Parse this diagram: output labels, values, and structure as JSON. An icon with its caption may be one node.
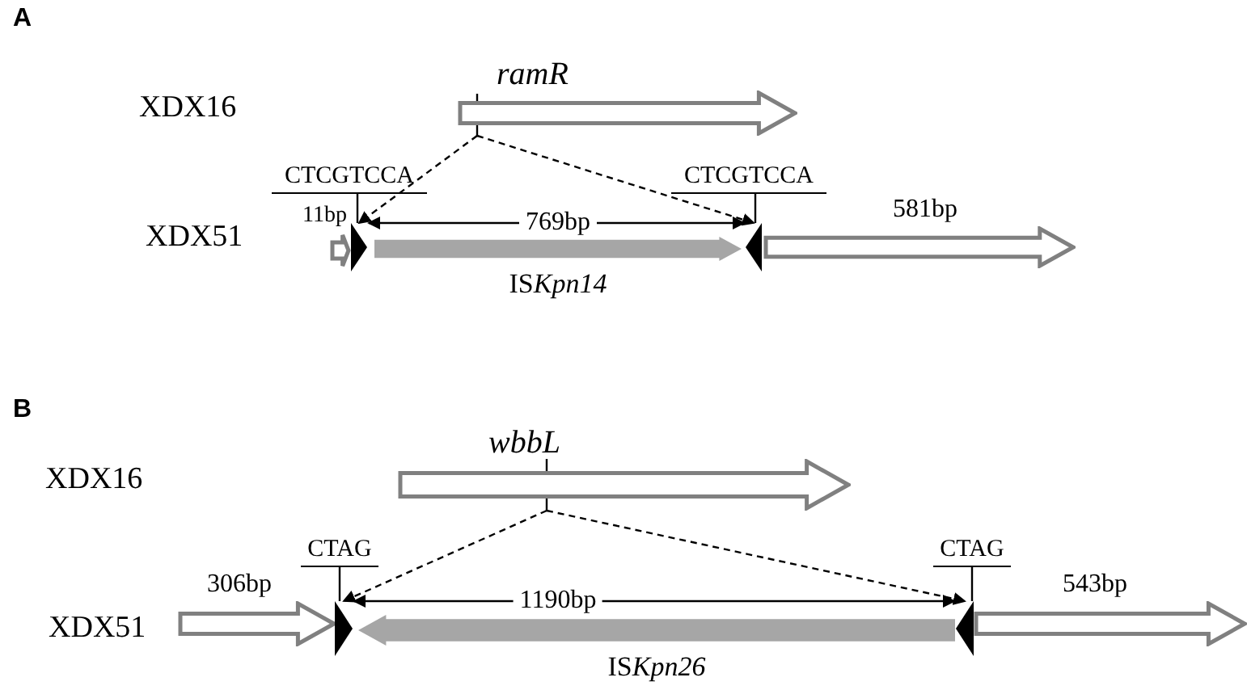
{
  "diagram": {
    "nodes": [
      {
        "text": [
          "ramR"
        ]
      },
      {
        "text": [
          "11bp"
        ]
      },
      {
        "text": [],
        "shape": "triangle"
      },
      {
        "text": [
          "ISKpn14"
        ]
      },
      {
        "text": [],
        "shape": "triangle"
      },
      {
        "text": [
          "581bp"
        ]
      },
      {
        "text": [
          "wbbL"
        ]
      },
      {
        "text": [
          "306bp"
        ]
      },
      {
        "text": [],
        "shape": "triangle"
      },
      {
        "text": [
          "ISKpn26"
        ]
      },
      {
        "text": [],
        "shape": "triangle"
      },
      {
        "text": [
          "543bp"
        ]
      }
    ],
    "edges": [
      {
        "from": 0,
        "to": 2,
        "arrow": "to",
        "style": "dashed"
      },
      {
        "from": 0,
        "to": 4,
        "arrow": "to",
        "style": "dashed"
      },
      {
        "from": 2,
        "to": 4,
        "arrow": "both",
        "label": "769bp"
      },
      {
        "from": 6,
        "to": 8,
        "arrow": "to",
        "style": "dashed"
      },
      {
        "from": 6,
        "to": 10,
        "arrow": "to",
        "style": "dashed"
      },
      {
        "from": 8,
        "to": 10,
        "arrow": "both",
        "label": "1190bp"
      }
    ],
    "labels": [
      "A",
      "XDX16",
      "CTCGTCCA",
      "CTCGTCCA",
      "XDX51",
      "B",
      "XDX16",
      "CTAG",
      "CTAG",
      "XDX51"
    ]
  }
}
